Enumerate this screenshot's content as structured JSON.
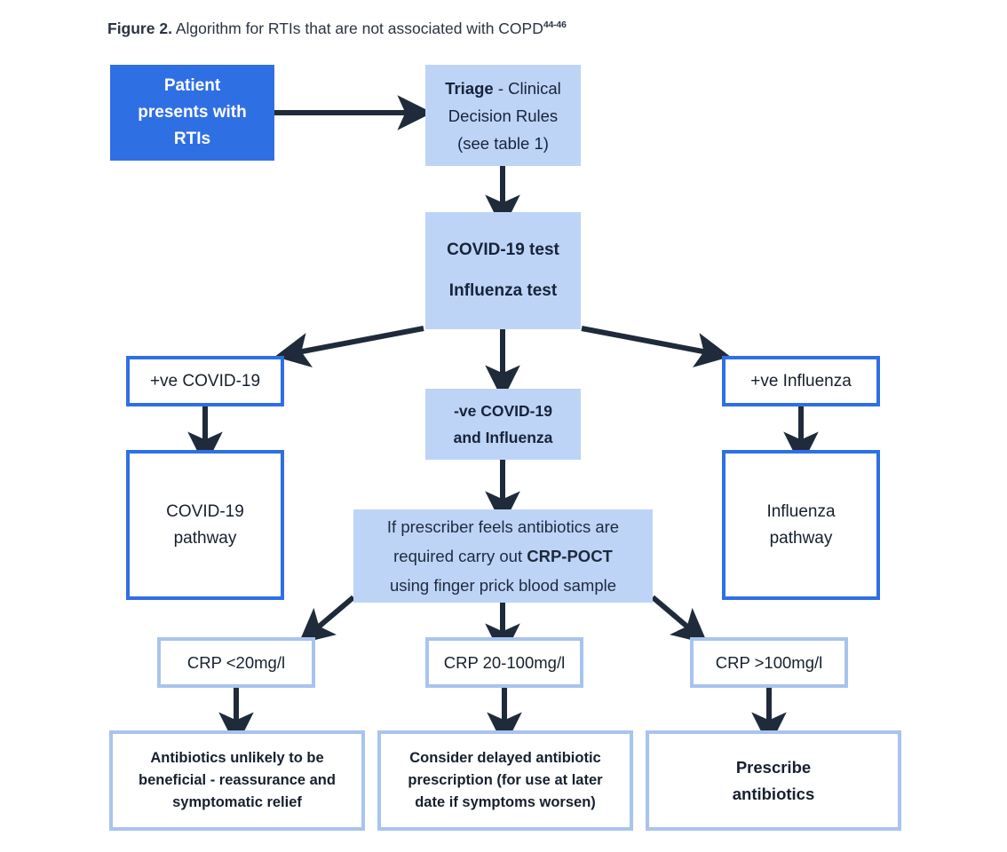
{
  "figure": {
    "label": "Figure 2.",
    "title": " Algorithm for RTIs that are not associated with COPD",
    "references": "44-46"
  },
  "colors": {
    "solid_blue": "#2f6fe4",
    "light_blue_fill": "#bed4f7",
    "soft_blue_border": "#a8c4ee",
    "arrow_navy": "#1f2b3a",
    "text_navy": "#16202e",
    "background": "#ffffff"
  },
  "nodes": {
    "patient": {
      "line1": "Patient",
      "line2": "presents with",
      "line3": "RTIs"
    },
    "triage": {
      "bold": "Triage",
      "rest": " - Clinical",
      "line2": "Decision Rules",
      "line3": "(see table 1)"
    },
    "tests": {
      "line1": "COVID-19  test",
      "line2": "Influenza test"
    },
    "pos_covid": {
      "line1": "+ve COVID-19"
    },
    "neg_both": {
      "line1": "-ve COVID-19",
      "line2": "and Influenza"
    },
    "pos_flu": {
      "line1": "+ve Influenza"
    },
    "covid_pathway": {
      "line1": "COVID-19",
      "line2": "pathway"
    },
    "flu_pathway": {
      "line1": "Influenza",
      "line2": "pathway"
    },
    "crp_poct": {
      "line1": "If prescriber feels antibiotics are",
      "line2a": "required carry out ",
      "line2b": "CRP-POCT",
      "line3": "using finger prick blood sample"
    },
    "crp_low": {
      "line1": "CRP <20mg/l"
    },
    "crp_mid": {
      "line1": "CRP 20-100mg/l"
    },
    "crp_high": {
      "line1": "CRP >100mg/l"
    },
    "outcome_low": {
      "line1": "Antibiotics unlikely to be",
      "line2": "beneficial - reassurance and",
      "line3": "symptomatic relief"
    },
    "outcome_mid": {
      "line1": "Consider delayed antibiotic",
      "line2": "prescription (for use at later",
      "line3": "date if symptoms worsen)"
    },
    "outcome_high": {
      "line1": "Prescribe",
      "line2": "antibiotics"
    }
  },
  "flow_edges": [
    {
      "from": "patient",
      "to": "triage",
      "direction": "right"
    },
    {
      "from": "triage",
      "to": "tests",
      "direction": "down"
    },
    {
      "from": "tests",
      "to": "pos_covid",
      "direction": "down-left"
    },
    {
      "from": "tests",
      "to": "neg_both",
      "direction": "down"
    },
    {
      "from": "tests",
      "to": "pos_flu",
      "direction": "down-right"
    },
    {
      "from": "pos_covid",
      "to": "covid_pathway",
      "direction": "down"
    },
    {
      "from": "pos_flu",
      "to": "flu_pathway",
      "direction": "down"
    },
    {
      "from": "neg_both",
      "to": "crp_poct",
      "direction": "down"
    },
    {
      "from": "crp_poct",
      "to": "crp_low",
      "direction": "down-left"
    },
    {
      "from": "crp_poct",
      "to": "crp_mid",
      "direction": "down"
    },
    {
      "from": "crp_poct",
      "to": "crp_high",
      "direction": "down-right"
    },
    {
      "from": "crp_low",
      "to": "outcome_low",
      "direction": "down"
    },
    {
      "from": "crp_mid",
      "to": "outcome_mid",
      "direction": "down"
    },
    {
      "from": "crp_high",
      "to": "outcome_high",
      "direction": "down"
    }
  ]
}
